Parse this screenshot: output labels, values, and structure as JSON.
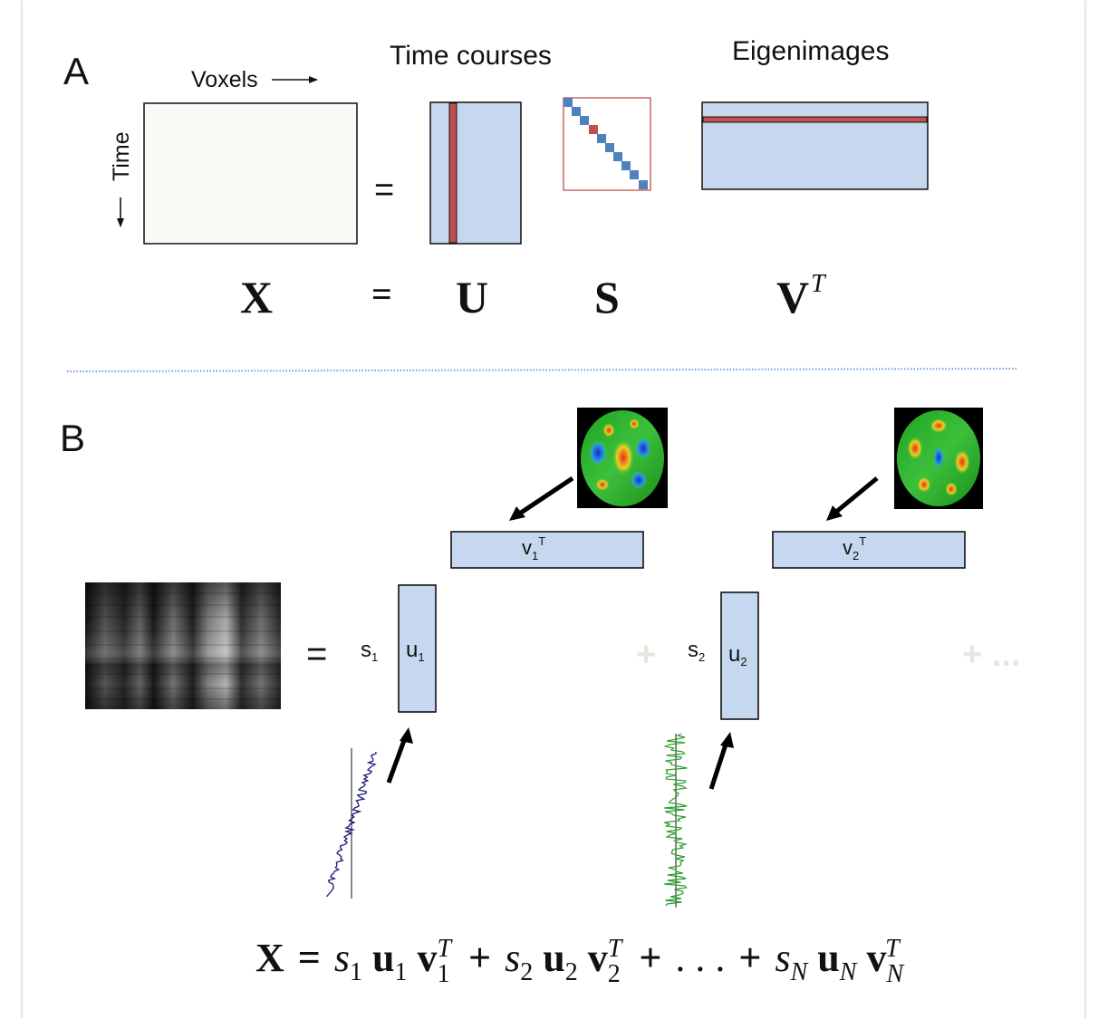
{
  "panel_a": {
    "label": "A",
    "voxels_label": "Voxels",
    "time_label": "Time",
    "time_courses_label": "Time courses",
    "eigenimages_label": "Eigenimages",
    "equals": "=",
    "eq_x": "X",
    "eq_equals": "=",
    "eq_u": "U",
    "eq_s": "S",
    "eq_v": "V",
    "eq_v_sup": "T"
  },
  "panel_b": {
    "label": "B",
    "equals": "=",
    "s1": "s",
    "s1_sub": "1",
    "u1": "u",
    "u1_sub": "1",
    "v1": "v",
    "v1_sub": "1",
    "v1_sup": "T",
    "plus1": "+",
    "s2": "s",
    "s2_sub": "2",
    "u2": "u",
    "u2_sub": "2",
    "v2": "v",
    "v2_sub": "2",
    "v2_sup": "T",
    "plus_more": "+ ..."
  },
  "formula": {
    "X": "X",
    "eq": "=",
    "s1": "s",
    "s1_sub": "1",
    "u1": "u",
    "u1_sub": "1",
    "v1": "v",
    "v1_sub": "1",
    "v1_sup": "T",
    "plus1": "+",
    "s2": "s",
    "s2_sub": "2",
    "u2": "u",
    "u2_sub": "2",
    "v2": "v",
    "v2_sub": "2",
    "v2_sup": "T",
    "plus2": "+",
    "dots": ". . .",
    "plus3": "+",
    "sN": "s",
    "sN_sub": "N",
    "uN": "u",
    "uN_sub": "N",
    "vN": "v",
    "vN_sub": "N",
    "vN_sup": "T"
  },
  "colors": {
    "matrix_fill": "#c6d8ef",
    "highlight": "#c0504d",
    "diag_blue": "#4f81bd",
    "data_fill": "#fbf9f6",
    "divider": "#6f9fd8",
    "timecourse1": "#1a1a7a",
    "timecourse2": "#2e9e2e",
    "faint_plus": "#e6e6de"
  }
}
